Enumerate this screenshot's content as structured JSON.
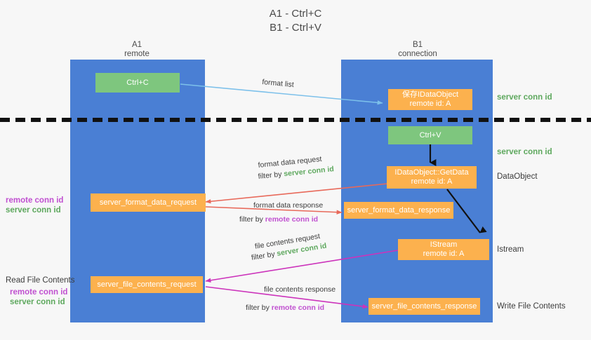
{
  "title": "A1 - Ctrl+C\nB1 - Ctrl+V",
  "columns": {
    "left": {
      "name": "A1",
      "role": "remote"
    },
    "right": {
      "name": "B1",
      "role": "connection"
    }
  },
  "colors": {
    "lane": "#4a7fd4",
    "green_box": "#7ec67e",
    "orange_box": "#fcb14e",
    "server_conn": "#5ea85e",
    "remote_conn": "#c050d0",
    "arrow_red": "#e8695a",
    "arrow_magenta": "#cc33bb",
    "arrow_blue": "#7cc0ea",
    "arrow_black": "#111111",
    "background": "#f7f7f7"
  },
  "boxes": {
    "ctrl_c": "Ctrl+C",
    "ctrl_v": "Ctrl+V",
    "save_dataobject": "保存IDataObject\nremote id: A",
    "getdata": "IDataObject::GetData\nremote id: A",
    "istream": "IStream\nremote id: A",
    "server_format_data_request": "server_format_data_request",
    "server_format_data_response": "server_format_data_response",
    "server_file_contents_request": "server_file_contents_request",
    "server_file_contents_response": "server_file_contents_response"
  },
  "right_labels": {
    "server_conn_id_top": "server conn id",
    "server_conn_id_mid": "server conn id",
    "dataobject": "DataObject",
    "istream": "Istream",
    "write_file_contents": "Write File Contents"
  },
  "left_labels": {
    "format_remote": "remote conn id",
    "format_server": "server conn id",
    "read_file_contents": "Read File Contents",
    "file_remote": "remote conn id",
    "file_server": "server conn id"
  },
  "annotations": {
    "format_list": "format list",
    "format_data_request": "format data request",
    "format_data_request_filter_prefix": "filter by ",
    "format_data_request_filter_value": "server conn id",
    "format_data_response": "format data response",
    "format_data_response_filter_prefix": "filter by ",
    "format_data_response_filter_value": "remote conn id",
    "file_contents_request": "file contents request",
    "file_contents_request_filter_prefix": "filter by ",
    "file_contents_request_filter_value": "server conn id",
    "file_contents_response": "file contents response",
    "file_contents_response_filter_prefix": "filter by ",
    "file_contents_response_filter_value": "remote conn id"
  }
}
